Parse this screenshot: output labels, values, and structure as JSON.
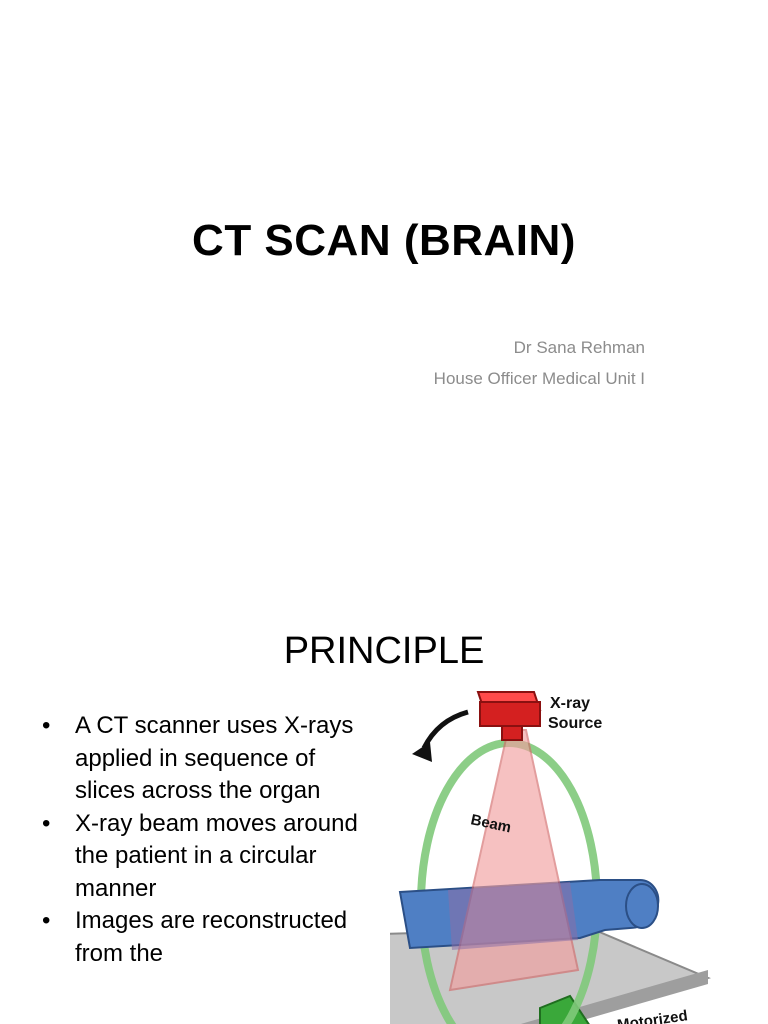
{
  "slide1": {
    "title": "CT SCAN (BRAIN)",
    "author": "Dr Sana Rehman",
    "position": "House Officer Medical Unit I"
  },
  "slide2": {
    "heading": "PRINCIPLE",
    "bullets": [
      " A CT scanner uses X-rays applied in sequence of slices across the organ",
      "X-ray beam moves around the patient in a circular manner",
      "Images are reconstructed from the"
    ],
    "figure": {
      "source_label_line1": "X-ray",
      "source_label_line2": "Source",
      "beam_label": "Beam",
      "motorized_label": "Motorized"
    }
  },
  "colors": {
    "source": "#d42020",
    "ring": "#7fc97a",
    "beam": "#f2a0a0",
    "patient": "#4f7fc4",
    "table": "#c8c8c8",
    "base": "#3aa83a"
  }
}
